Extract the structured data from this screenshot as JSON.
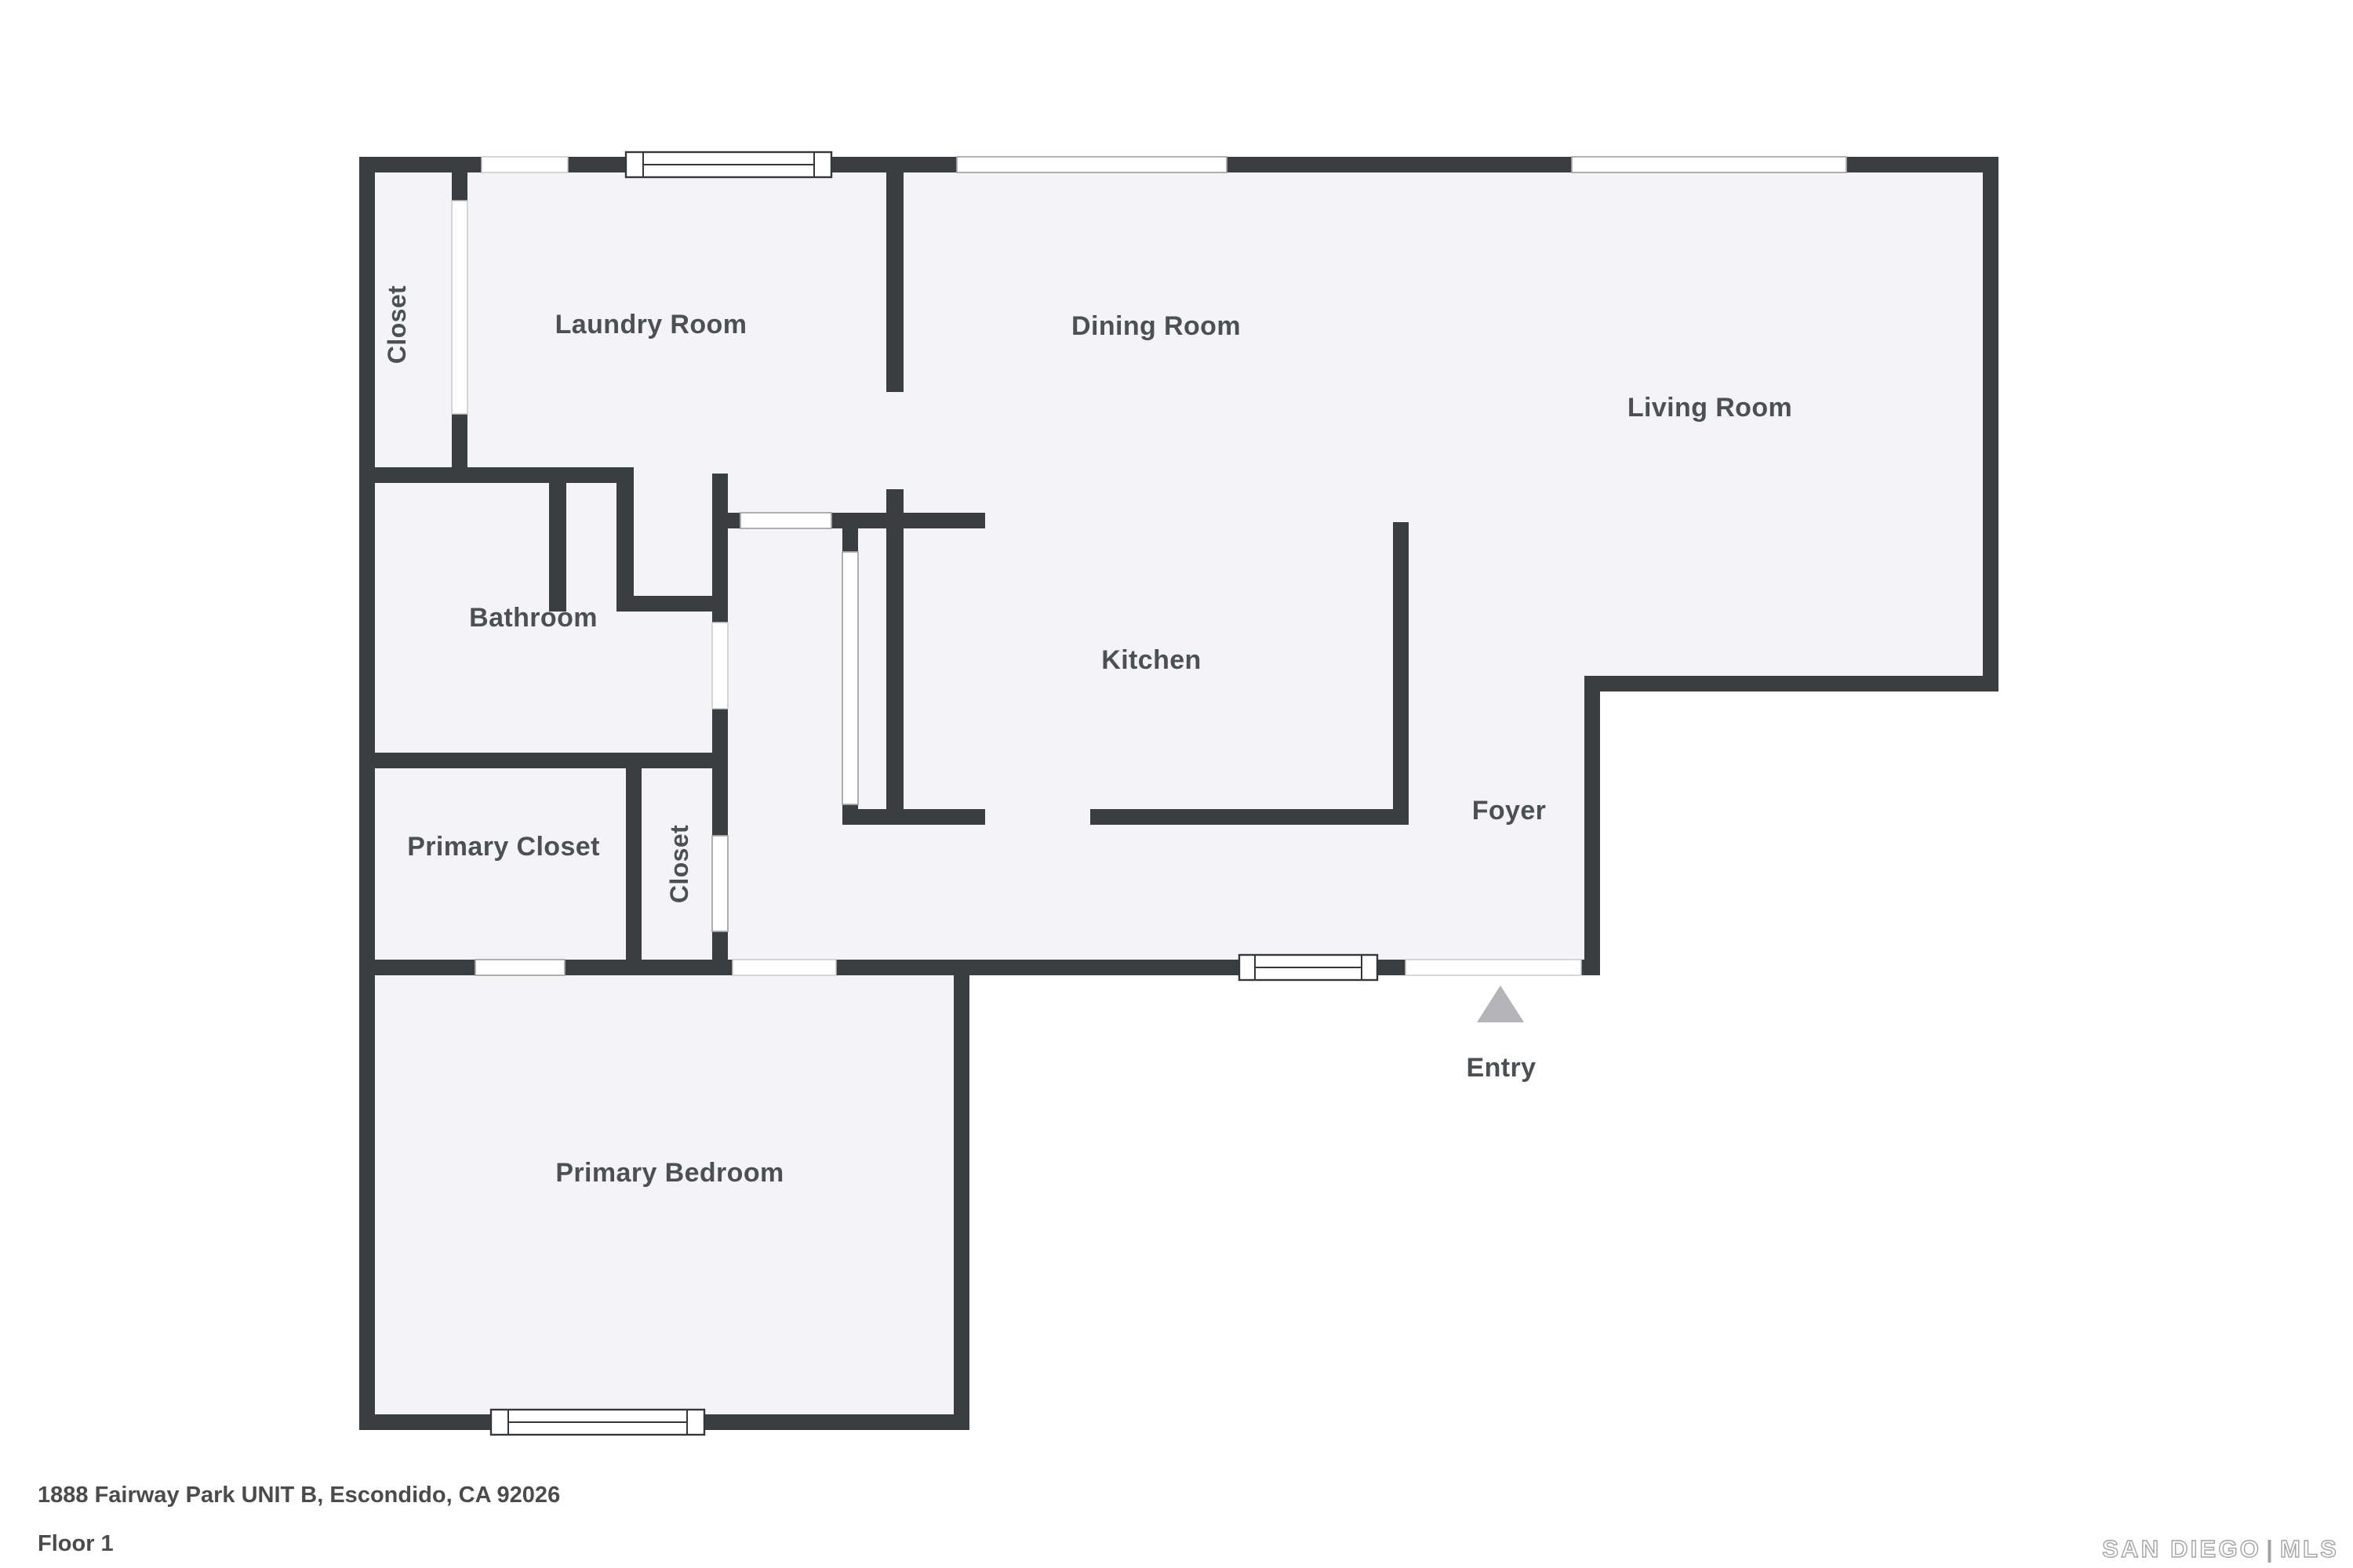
{
  "floor_plan": {
    "rooms": {
      "closet_top_left": {
        "label": "Closet",
        "orientation": "vertical"
      },
      "laundry_room": {
        "label": "Laundry Room"
      },
      "dining_room": {
        "label": "Dining Room"
      },
      "living_room": {
        "label": "Living Room"
      },
      "bathroom": {
        "label": "Bathroom"
      },
      "kitchen": {
        "label": "Kitchen"
      },
      "foyer": {
        "label": "Foyer"
      },
      "primary_closet": {
        "label": "Primary Closet"
      },
      "hall_closet": {
        "label": "Closet",
        "orientation": "vertical"
      },
      "primary_bedroom": {
        "label": "Primary Bedroom"
      }
    },
    "entry": {
      "label": "Entry",
      "marker": "up-triangle"
    }
  },
  "footer": {
    "address": "1888 Fairway Park UNIT B, Escondido, CA 92026",
    "floor_label": "Floor 1"
  },
  "watermark": {
    "prefix": "SAN DIEGO",
    "separator": "|",
    "suffix": "MLS"
  },
  "colors": {
    "wall": "#3b3e41",
    "floor": "#f4f4f6",
    "background": "#ffffff",
    "label": "#4c4f53",
    "window_line": "#a7a7aa",
    "gap_line": "#c6c6c8",
    "frame_line": "#35383b",
    "entry_marker": "#b4b4b6",
    "footer_text": "#4b4b4b",
    "watermark": "#a3a3a5"
  }
}
